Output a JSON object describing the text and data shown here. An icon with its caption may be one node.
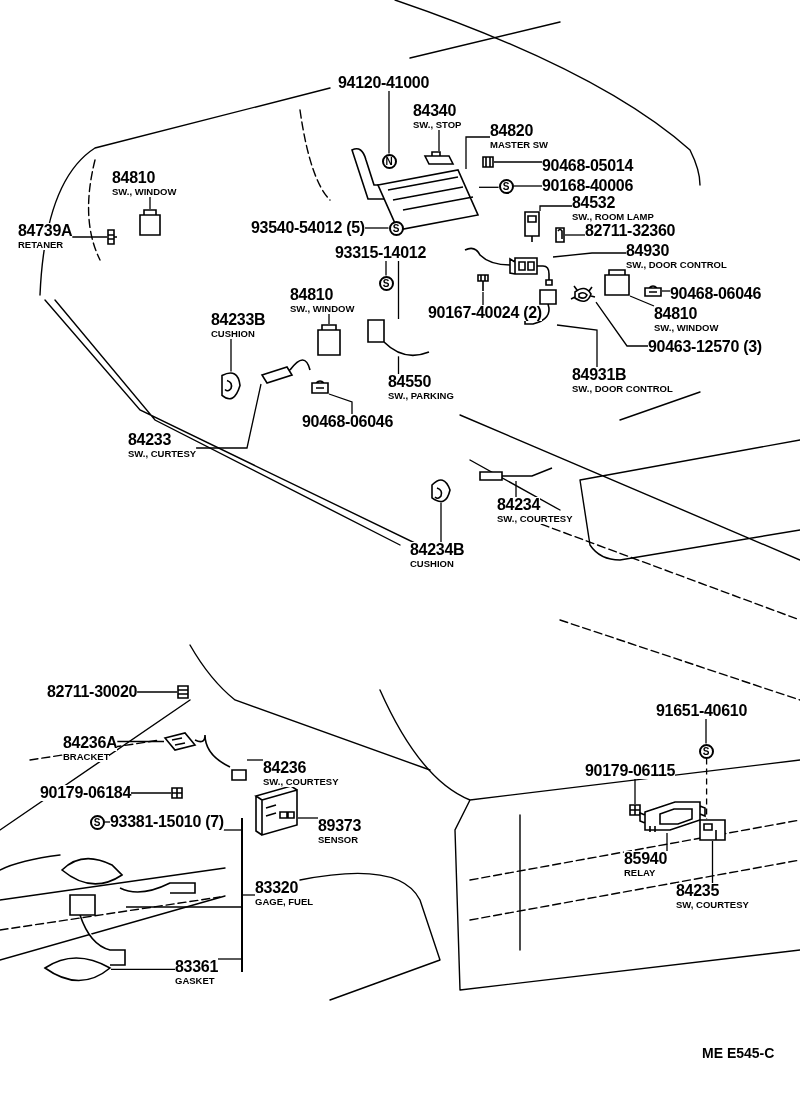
{
  "diagram": {
    "nodes": [
      {
        "text": [
          "94120-41000"
        ]
      },
      {
        "text": [
          "N"
        ]
      },
      {
        "text": [
          "84340",
          "SW., STOP"
        ]
      },
      {
        "text": [
          "84820",
          "MASTER SW"
        ]
      },
      {
        "text": [
          "90468-05014"
        ]
      },
      {
        "text": [
          "S"
        ]
      },
      {
        "text": [
          "90168-40006"
        ]
      },
      {
        "text": [
          "84810",
          "SW., WINDOW"
        ]
      },
      {
        "text": [
          "84739A",
          "RETANER"
        ]
      },
      {
        "text": [
          "84532",
          "SW., ROOM LAMP"
        ]
      },
      {
        "text": [
          "93540-54012 (5)"
        ]
      },
      {
        "text": [
          "S"
        ]
      },
      {
        "text": [
          "82711-32360"
        ]
      },
      {
        "text": [
          "93315-14012"
        ]
      },
      {
        "text": [
          "84930",
          "SW., DOOR CONTROL"
        ]
      },
      {
        "text": [
          "S"
        ]
      },
      {
        "text": [
          "84810",
          "SW., WINDOW"
        ]
      },
      {
        "text": [
          "90468-06046"
        ]
      },
      {
        "text": [
          "84233B",
          "CUSHION"
        ]
      },
      {
        "text": [
          "90167-40024 (2)"
        ]
      },
      {
        "text": [
          "84810",
          "SW., WINDOW"
        ]
      },
      {
        "text": [
          "90463-12570 (3)"
        ]
      },
      {
        "text": [
          "84931B",
          "SW., DOOR CONTROL"
        ]
      },
      {
        "text": [
          "84550",
          "SW., PARKING"
        ]
      },
      {
        "text": [
          "90468-06046"
        ]
      },
      {
        "text": [
          "84233",
          "SW., CURTESY"
        ]
      },
      {
        "text": [
          "84234",
          "SW., COURTESY"
        ]
      },
      {
        "text": [
          "84234B",
          "CUSHION"
        ]
      },
      {
        "text": [
          "82711-30020"
        ]
      },
      {
        "text": [
          "84236A",
          "BRACKET"
        ]
      },
      {
        "text": [
          "84236",
          "SW., COURTESY"
        ]
      },
      {
        "text": [
          "90179-06184"
        ]
      },
      {
        "text": [
          "S"
        ]
      },
      {
        "text": [
          "93381-15010 (7)"
        ]
      },
      {
        "text": [
          "89373",
          "SENSOR"
        ]
      },
      {
        "text": [
          "83320",
          "GAGE, FUEL"
        ]
      },
      {
        "text": [
          "83361",
          "GASKET"
        ]
      },
      {
        "text": [
          "91651-40610"
        ]
      },
      {
        "text": [
          "S"
        ]
      },
      {
        "text": [
          "90179-06115"
        ]
      },
      {
        "text": [
          "85940",
          "RELAY"
        ]
      },
      {
        "text": [
          "84235",
          "SW, COURTESY"
        ]
      },
      {
        "text": [],
        "shape": "picture"
      },
      {
        "text": [],
        "shape": "picture"
      },
      {
        "text": [],
        "shape": "picture"
      },
      {
        "text": [],
        "shape": "picture"
      },
      {
        "text": [],
        "shape": "picture"
      },
      {
        "text": [],
        "shape": "picture"
      },
      {
        "text": [],
        "shape": "picture"
      },
      {
        "text": [],
        "shape": "picture"
      },
      {
        "text": [],
        "shape": "picture"
      },
      {
        "text": [],
        "shape": "picture"
      },
      {
        "text": [],
        "shape": "picture"
      },
      {
        "text": [],
        "shape": "picture"
      },
      {
        "text": [],
        "shape": "picture"
      },
      {
        "text": [],
        "shape": "picture"
      },
      {
        "text": [],
        "shape": "picture"
      },
      {
        "text": [],
        "shape": "picture"
      },
      {
        "text": [],
        "shape": "picture"
      },
      {
        "text": [],
        "shape": "picture"
      },
      {
        "text": [],
        "shape": "picture"
      },
      {
        "text": [],
        "shape": "picture"
      },
      {
        "text": [],
        "shape": "picture"
      },
      {
        "text": [],
        "shape": "picture"
      },
      {
        "text": [],
        "shape": "picture"
      },
      {
        "text": [],
        "shape": "picture"
      },
      {
        "text": [],
        "shape": "picture"
      },
      {
        "text": [],
        "shape": "picture"
      },
      {
        "text": [],
        "shape": "picture"
      },
      {
        "text": [],
        "shape": "picture"
      },
      {
        "text": [],
        "shape": "picture"
      },
      {
        "text": [],
        "shape": "picture"
      },
      {
        "text": [],
        "shape": "bar"
      }
    ],
    "edges": [
      {
        "from": 0,
        "to": 1,
        "arrow": "none"
      },
      {
        "from": 2,
        "to": 42,
        "arrow": "none"
      },
      {
        "from": 3,
        "to": 44,
        "arrow": "none"
      },
      {
        "from": 4,
        "to": 43,
        "arrow": "none"
      },
      {
        "from": 6,
        "to": 5,
        "arrow": "none"
      },
      {
        "from": 5,
        "to": 44,
        "arrow": "none"
      },
      {
        "from": 7,
        "to": 46,
        "arrow": "none"
      },
      {
        "from": 8,
        "to": 47,
        "arrow": "none"
      },
      {
        "from": 9,
        "to": 45,
        "arrow": "none"
      },
      {
        "from": 10,
        "to": 11,
        "arrow": "none"
      },
      {
        "from": 12,
        "to": 48,
        "arrow": "none"
      },
      {
        "from": 13,
        "to": 56,
        "arrow": "none"
      },
      {
        "from": 14,
        "to": 49,
        "arrow": "none"
      },
      {
        "from": 13,
        "to": 15,
        "arrow": "none"
      },
      {
        "from": 16,
        "to": 55,
        "arrow": "none"
      },
      {
        "from": 17,
        "to": 52,
        "arrow": "none"
      },
      {
        "from": 18,
        "to": 57,
        "arrow": "none"
      },
      {
        "from": 19,
        "to": 50,
        "arrow": "none"
      },
      {
        "from": 20,
        "to": 51,
        "arrow": "none"
      },
      {
        "from": 21,
        "to": 54,
        "arrow": "none"
      },
      {
        "from": 22,
        "to": 53,
        "arrow": "none"
      },
      {
        "from": 23,
        "to": 56,
        "arrow": "none"
      },
      {
        "from": 24,
        "to": 59,
        "arrow": "none"
      },
      {
        "from": 25,
        "to": 58,
        "arrow": "none"
      },
      {
        "from": 26,
        "to": 60,
        "arrow": "none"
      },
      {
        "from": 27,
        "to": 61,
        "arrow": "none"
      },
      {
        "from": 28,
        "to": 62,
        "arrow": "none"
      },
      {
        "from": 29,
        "to": 63,
        "arrow": "none"
      },
      {
        "from": 30,
        "to": 64,
        "arrow": "none"
      },
      {
        "from": 31,
        "to": 65,
        "arrow": "none"
      },
      {
        "from": 33,
        "to": 32,
        "arrow": "none"
      },
      {
        "from": 33,
        "to": 72,
        "arrow": "none"
      },
      {
        "from": 35,
        "to": 72,
        "arrow": "none"
      },
      {
        "from": 36,
        "to": 72,
        "arrow": "none"
      },
      {
        "from": 72,
        "to": 70,
        "arrow": "none"
      },
      {
        "from": 36,
        "to": 71,
        "arrow": "none"
      },
      {
        "from": 34,
        "to": 66,
        "arrow": "none"
      },
      {
        "from": 37,
        "to": 38,
        "arrow": "none"
      },
      {
        "from": 38,
        "to": 69,
        "arrow": "none",
        "style": "dashed"
      },
      {
        "from": 39,
        "to": 67,
        "arrow": "none"
      },
      {
        "from": 40,
        "to": 68,
        "arrow": "none"
      },
      {
        "from": 41,
        "to": 69,
        "arrow": "none"
      }
    ],
    "labels": [
      "ME E545-C"
    ]
  }
}
